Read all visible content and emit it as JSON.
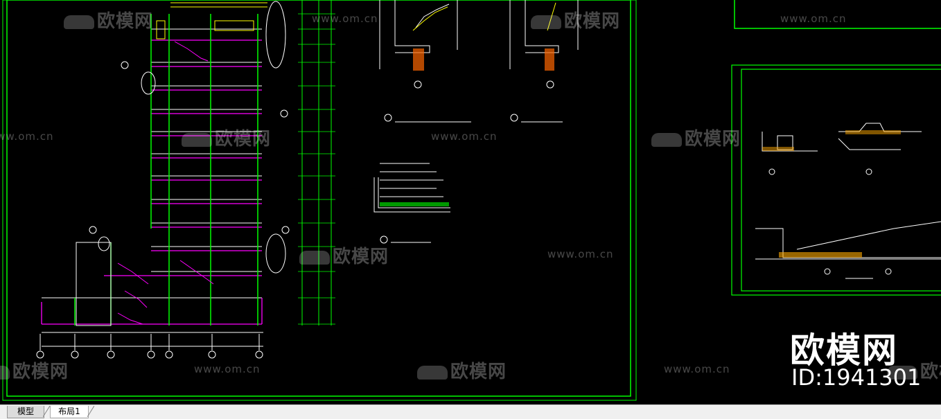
{
  "tabs": [
    {
      "label": "模型",
      "active": true
    },
    {
      "label": "布局1",
      "active": false
    }
  ],
  "watermark": {
    "brand_text": "欧模网",
    "site_url": "www.om.cn",
    "id_label": "ID:1941301"
  },
  "colors": {
    "background": "#000000",
    "frame_green": "#00ff00",
    "wall_magenta": "#ff00ff",
    "dim_green": "#00cc00",
    "yellow": "#ffff00",
    "white": "#ffffff",
    "tabbar": "#f0f0f0"
  }
}
